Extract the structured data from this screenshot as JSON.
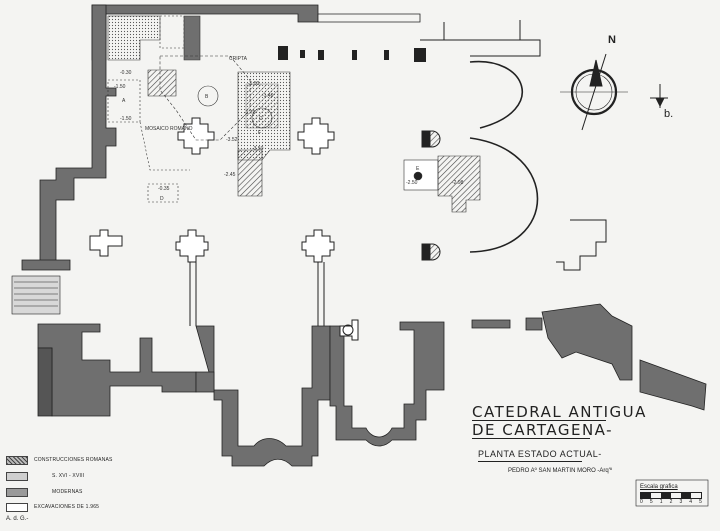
{
  "title": {
    "line1": "CATEDRAL ANTIGUA",
    "line2": "DE CARTAGENA-"
  },
  "subtitle": "PLANTA ESTADO ACTUAL-",
  "author": "PEDRO Aº SAN MARTIN MORO -Arq'º",
  "north": "N",
  "corner_label": "b.",
  "legend": [
    {
      "label": "CONSTRUCCIONES ROMANAS",
      "color": "#8a8a8a"
    },
    {
      "label": "S. XVI - XVIII",
      "color": "#cfcfcf"
    },
    {
      "label": "MODERNAS",
      "color": "#9a9a9a"
    },
    {
      "label": "EXCAVACIONES DE 1.965",
      "color": "#ffffff"
    }
  ],
  "signature": "A. d. G.-",
  "scale": {
    "label": "Escala grafica",
    "ticks": [
      "0",
      "5",
      "1",
      "2",
      "3",
      "4",
      "5"
    ]
  },
  "annotations": {
    "cripta": "CRIPTA",
    "mosaico": "MOSAICO ROMANO",
    "levels": [
      "-1.50",
      "-1.50",
      "-1.53",
      "-1.40",
      "-1.70",
      "-3.52",
      "-3.50",
      "-2.45",
      "-0.35",
      "-2.50",
      "-2.98",
      "-0.30"
    ],
    "letters": [
      "A",
      "B",
      "C",
      "D",
      "E",
      "F"
    ]
  },
  "colors": {
    "wall": "#6f6f6f",
    "wall_dark": "#555555",
    "line": "#222222",
    "paper": "#f4f4f2"
  }
}
